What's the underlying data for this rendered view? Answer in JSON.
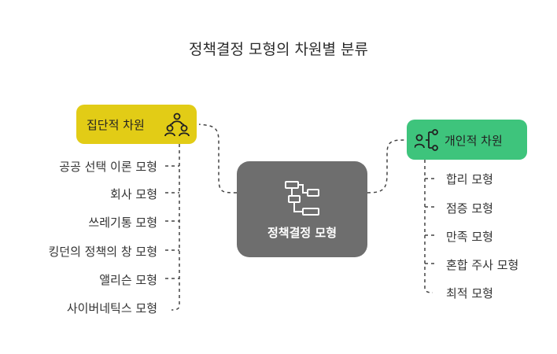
{
  "title": "정책결정 모형의 차원별 분류",
  "center": {
    "label": "정책결정 모형",
    "icon": "flowchart-icon"
  },
  "left_group": {
    "label": "집단적 차원",
    "icon": "group-people-icon",
    "color": "#e2cc16",
    "items": [
      "공공 선택 이론 모형",
      "회사 모형",
      "쓰레기통 모형",
      "킹던의 정책의 창 모형",
      "앨리슨 모형",
      "사이버네틱스 모형"
    ]
  },
  "right_group": {
    "label": "개인적 차원",
    "icon": "person-decision-icon",
    "color": "#3ec47c",
    "items": [
      "합리 모형",
      "점증 모형",
      "만족 모형",
      "혼합 주사 모형",
      "최적 모형"
    ]
  },
  "center_color": "#6e6e6e"
}
